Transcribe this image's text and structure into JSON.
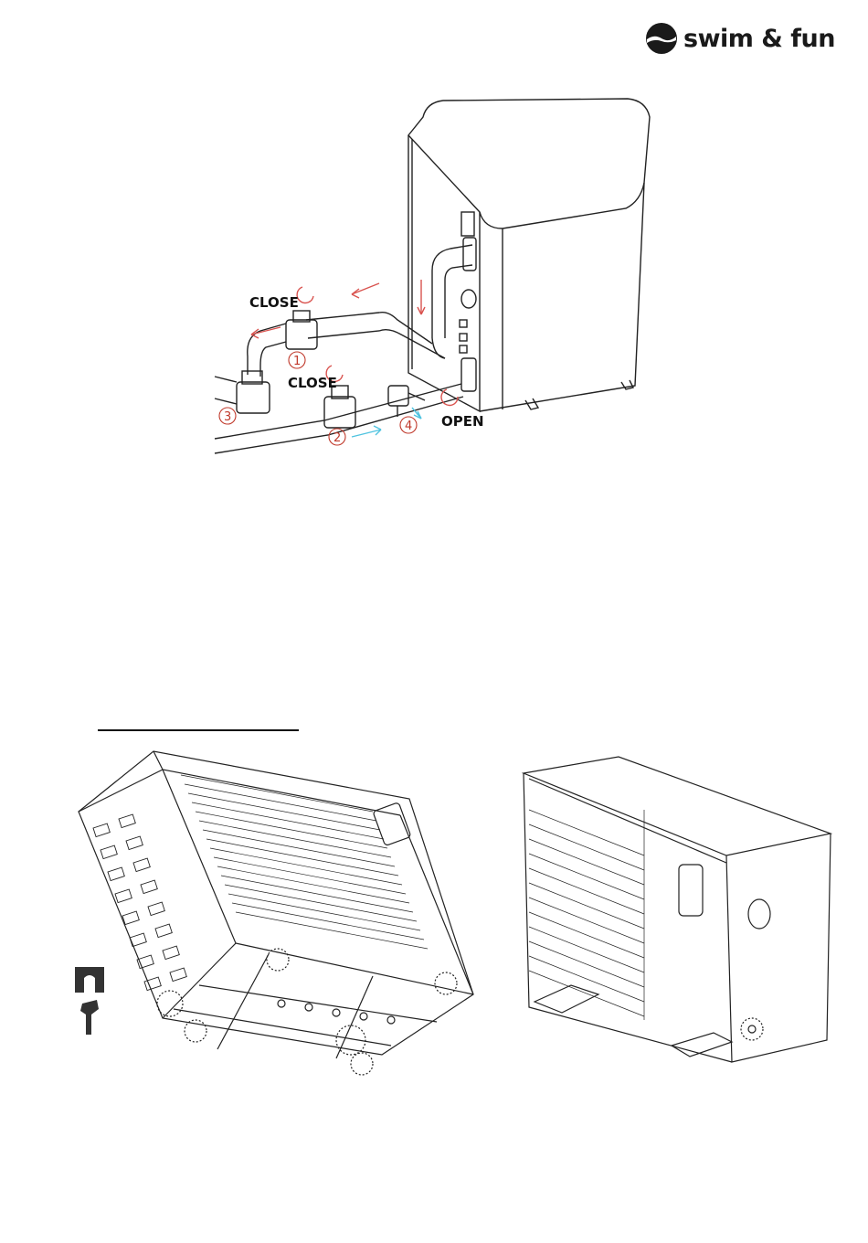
{
  "brand": {
    "name": "swim & fun",
    "logo_icon": "swim-fun-logo-icon"
  },
  "figure_plumbing": {
    "labels": {
      "close_top": "CLOSE",
      "close_middle": "CLOSE",
      "open": "OPEN"
    },
    "valves": [
      "1",
      "2",
      "3",
      "4"
    ],
    "colors": {
      "outflow_arrow": "#d9534f",
      "inflow_arrow": "#4fc3e0",
      "valve_number": "#c0392b"
    }
  },
  "figure_units": {
    "left_view": "unit-tilted-underside",
    "right_view": "unit-standing-rear"
  }
}
